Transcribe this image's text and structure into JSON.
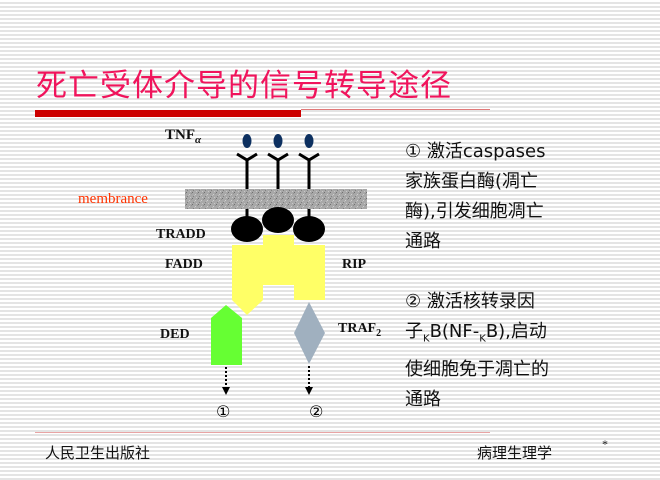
{
  "title": "死亡受体介导的信号转导途径",
  "diagram": {
    "ligand_label": "TNF",
    "ligand_sub": "α",
    "membrane_label": "membrance",
    "tradd_label": "TRADD",
    "fadd_label": "FADD",
    "rip_label": "RIP",
    "ded_label": "DED",
    "traf_label": "TRAF",
    "traf_sub": "2",
    "pathway1_marker": "①",
    "pathway2_marker": "②",
    "colors": {
      "ligand": "#0d3060",
      "adaptor": "#ffff66",
      "ded": "#66ff33",
      "traf": "#a0b0bf",
      "membrane": "#a8a8a8"
    }
  },
  "notes": {
    "item1": {
      "lines": [
        "① 激活caspases",
        "家族蛋白酶(凋亡",
        "酶),引发细胞凋亡",
        "通路"
      ]
    },
    "item2": {
      "line1": "② 激活核转录因",
      "line2_a": "子",
      "line2_sub1": "K",
      "line2_b": "B(NF-",
      "line2_sub2": "K",
      "line2_c": "B),启动",
      "line3": "使细胞免于凋亡的",
      "line4": "通路"
    }
  },
  "footer": {
    "publisher": "人民卫生出版社",
    "subject": "病理生理学",
    "mark": "*"
  }
}
